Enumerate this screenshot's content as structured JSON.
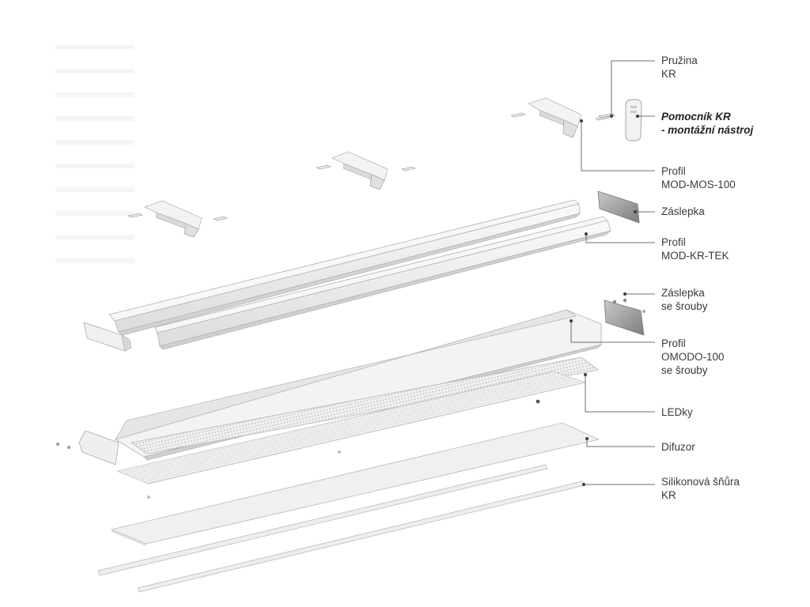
{
  "labels": {
    "pruzina": [
      "Pružina",
      "KR"
    ],
    "pomocnik": [
      "Pomocník KR",
      "- montážní nástroj"
    ],
    "profil_mos": [
      "Profil",
      "MOD-MOS-100"
    ],
    "zaslepka": [
      "Záslepka"
    ],
    "profil_kr_tek": [
      "Profil",
      "MOD-KR-TEK"
    ],
    "zaslepka_srouby": [
      "Záslepka",
      "se šrouby"
    ],
    "profil_omodo": [
      "Profil",
      "OMODO-100",
      "se šrouby"
    ],
    "ledky": [
      "LEDky"
    ],
    "difuzor": [
      "Difuzor"
    ],
    "snura": [
      "Silikonová šňůra",
      "KR"
    ]
  },
  "colors": {
    "background": "#ffffff",
    "leader": "#6e6e6e",
    "text": "#3a3a3a",
    "endcap_dark": "#8c8c8c",
    "profile_light": "#f2f2f2",
    "profile_shade": "#d9d9d9"
  }
}
